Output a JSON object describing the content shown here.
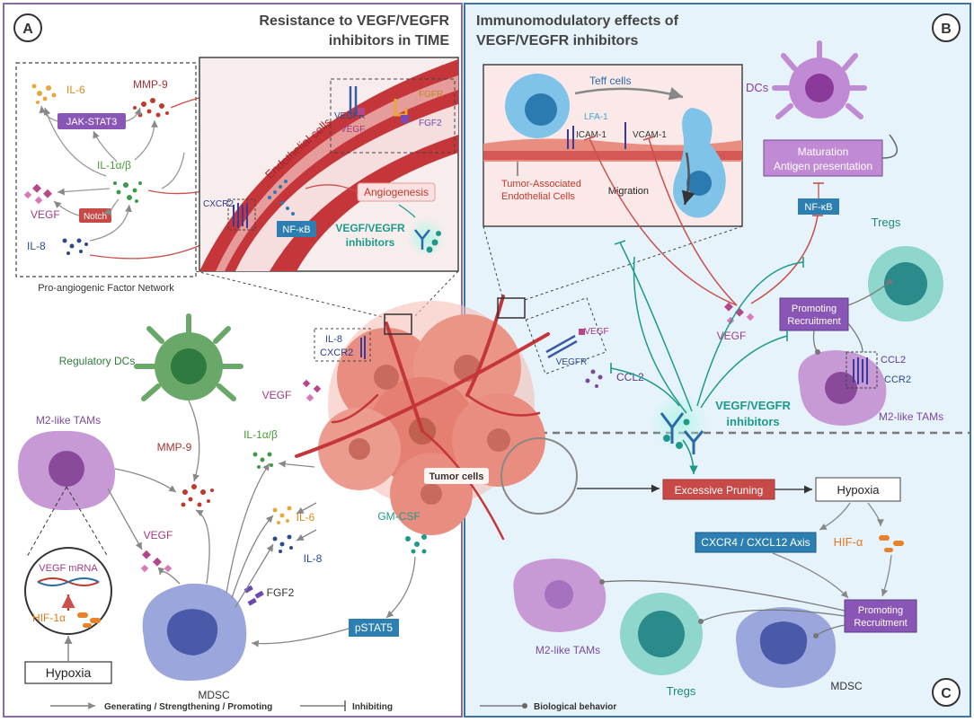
{
  "panels": {
    "a": {
      "letter": "A",
      "title_line1": "Resistance to VEGF/VEGFR",
      "title_line2": "inhibitors in TIME"
    },
    "b": {
      "letter": "B",
      "title_line1": "Immunomodulatory effects of",
      "title_line2": "VEGF/VEGFR inhibitors"
    },
    "c": {
      "letter": "C"
    }
  },
  "network": {
    "caption": "Pro-angiogenic Factor Network",
    "il6": "IL-6",
    "mmp9": "MMP-9",
    "jak_stat3": "JAK-STAT3",
    "il1": "IL-1α/β",
    "vegf": "VEGF",
    "notch": "Notch",
    "il8": "IL-8"
  },
  "vessel_inset": {
    "endothelial": "Endothelial cells",
    "vegfr": "VEGFR",
    "vegf": "VEGF",
    "fgfr": "FGFR",
    "fgf2": "FGF2",
    "cxcr2": "CXCR2",
    "nfkb": "NF-κB",
    "angiogenesis": "Angiogenesis",
    "inhibitors_line1": "VEGF/VEGFR",
    "inhibitors_line2": "inhibitors"
  },
  "left_lower": {
    "regulatory_dcs": "Regulatory DCs",
    "m2_tams": "M2-like TAMs",
    "vegf_near_tumor": "VEGF",
    "il8": "IL-8",
    "cxcr2": "CXCR2",
    "mmp9": "MMP-9",
    "il1": "IL-1α/β",
    "il6": "IL-6",
    "il8b": "IL-8",
    "vegf": "VEGF",
    "gmcsf": "GM-CSF",
    "vegf_mrna": "VEGF  mRNA",
    "hif1a": "HIF-1α",
    "hypoxia": "Hypoxia",
    "fgf2": "FGF2",
    "pstat5": "pSTAT5",
    "mdsc": "MDSC"
  },
  "tumor": {
    "label": "Tumor cells"
  },
  "teff_inset": {
    "teff": "Teff cells",
    "lfa1": "LFA-1",
    "icam1": "ICAM-1",
    "vcam1": "VCAM-1",
    "taec_line1": "Tumor-Associated",
    "taec_line2": "Endothelial Cells",
    "migration": "Migration"
  },
  "right_upper": {
    "dcs": "DCs",
    "maturation_line1": "Maturation",
    "maturation_line2": "Antigen presentation",
    "nfkb": "NF-κB",
    "tregs": "Tregs",
    "vegf": "VEGF",
    "vegfr": "VEGFR",
    "vegf_small": "VEGF",
    "promoting_line1": "Promoting",
    "promoting_line2": "Recruitment",
    "ccl2": "CCL2",
    "ccl2b": "CCL2",
    "ccr2": "CCR2",
    "m2_tams": "M2-like TAMs",
    "inhibitors_line1": "VEGF/VEGFR",
    "inhibitors_line2": "inhibitors"
  },
  "right_lower": {
    "pruning": "Excessive Pruning",
    "hypoxia": "Hypoxia",
    "cxcr4": "CXCR4 / CXCL12 Axis",
    "hifa": "HIF-α",
    "promoting_line1": "Promoting",
    "promoting_line2": "Recruitment",
    "m2_tams": "M2-like TAMs",
    "tregs": "Tregs",
    "mdsc": "MDSC"
  },
  "legend": {
    "generating": "Generating / Strengthening / Promoting",
    "inhibiting": "Inhibiting",
    "behavior": "Biological behavior"
  },
  "colors": {
    "panel_a_border": "#8b6bb0",
    "panel_b_border": "#3a74a8",
    "panel_b_bg": "#e6f3fb",
    "teal": "#1d9a8a",
    "inhibit_red": "#c9504c",
    "blue_box": "#2c7fb0",
    "purple_box": "#8a56b6",
    "red_box": "#c84a48",
    "tumor": "#e88d7f",
    "vessel": "#c5363a"
  }
}
